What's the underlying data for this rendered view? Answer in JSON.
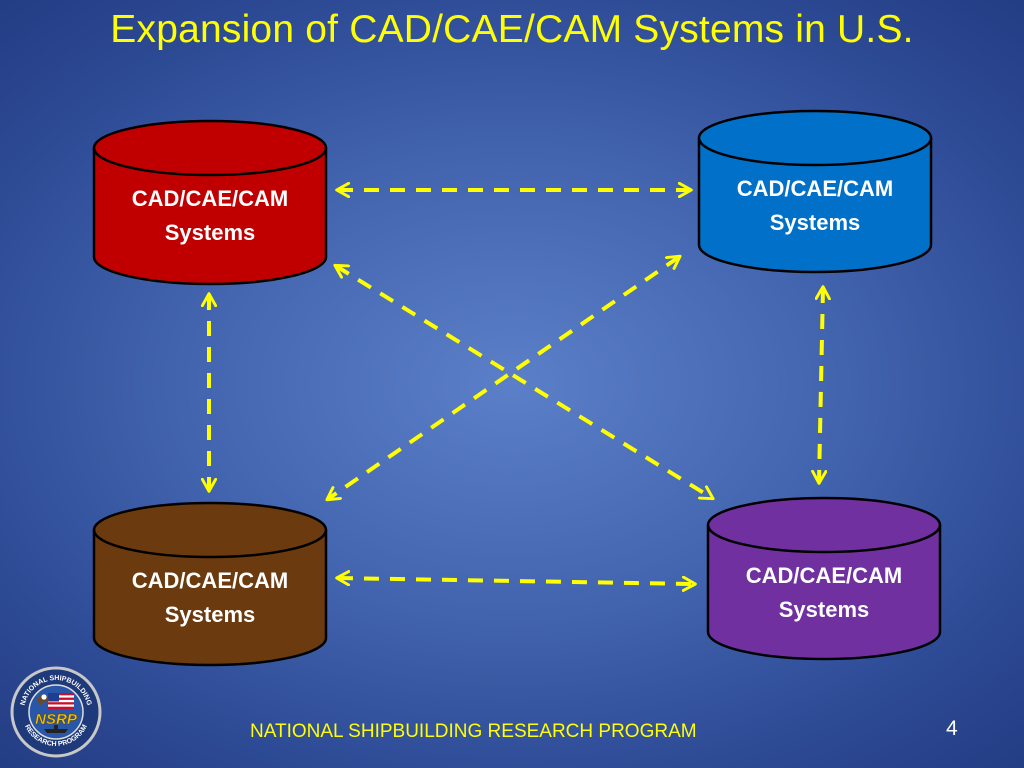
{
  "slide": {
    "title": "Expansion of CAD/CAE/CAM Systems in U.S.",
    "footer": "NATIONAL SHIPBUILDING RESEARCH PROGRAM",
    "page_number": "4"
  },
  "nodes": [
    {
      "id": "red",
      "line1": "CAD/CAE/CAM",
      "line2": "Systems",
      "color": "#c00000"
    },
    {
      "id": "blue",
      "line1": "CAD/CAE/CAM",
      "line2": "Systems",
      "color": "#0070c8"
    },
    {
      "id": "brown",
      "line1": "CAD/CAE/CAM",
      "line2": "Systems",
      "color": "#6b3a0e"
    },
    {
      "id": "purple",
      "line1": "CAD/CAE/CAM",
      "line2": "Systems",
      "color": "#7030a0"
    }
  ],
  "edges": [
    {
      "from": "red",
      "to": "blue",
      "style": "dashed",
      "direction": "both"
    },
    {
      "from": "brown",
      "to": "purple",
      "style": "dashed",
      "direction": "both"
    },
    {
      "from": "red",
      "to": "brown",
      "style": "dashed",
      "direction": "both"
    },
    {
      "from": "blue",
      "to": "purple",
      "style": "dashed",
      "direction": "both"
    },
    {
      "from": "red",
      "to": "purple",
      "style": "dashed",
      "direction": "both"
    },
    {
      "from": "blue",
      "to": "brown",
      "style": "dashed",
      "direction": "both"
    }
  ],
  "colors": {
    "title": "#ffff00",
    "arrows": "#ffff00",
    "label_text": "#ffffff",
    "outline": "#000000"
  },
  "logo": {
    "text": "NSRP",
    "ring_text_top": "NATIONAL SHIPBUILDING",
    "ring_text_bottom": "RESEARCH PROGRAM"
  }
}
